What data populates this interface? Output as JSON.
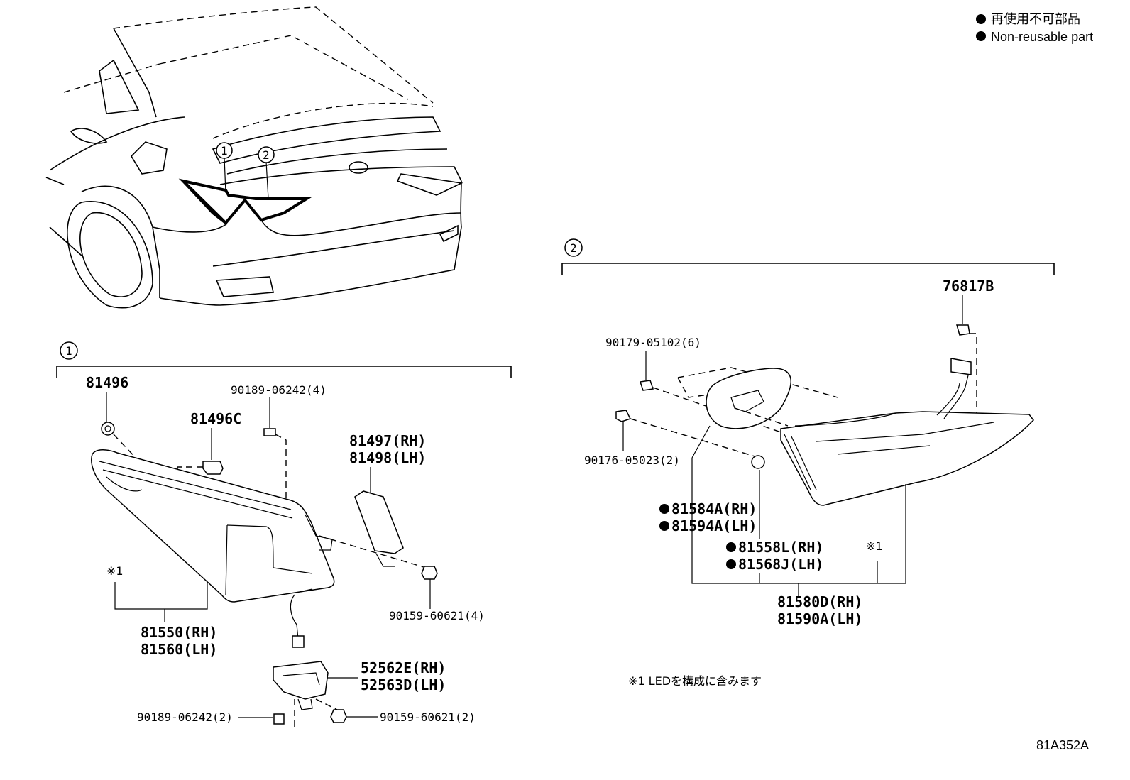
{
  "legend": {
    "line_jp": "再使用不可部品",
    "line_en": "Non-reusable part"
  },
  "callouts": {
    "one": "1",
    "two": "2"
  },
  "group1": {
    "label_81496": "81496",
    "label_81496c": "81496C",
    "label_90189_4": "90189-06242(4)",
    "label_81497": "81497(RH)",
    "label_81498": "81498(LH)",
    "label_90159_4": "90159-60621(4)",
    "label_note": "※1",
    "label_81550": "81550(RH)",
    "label_81560": "81560(LH)",
    "label_52562e": "52562E(RH)",
    "label_52563d": "52563D(LH)",
    "label_90189_2": "90189-06242(2)",
    "label_90159_2": "90159-60621(2)"
  },
  "group2": {
    "label_76817b": "76817B",
    "label_90179": "90179-05102(6)",
    "label_90176": "90176-05023(2)",
    "label_81584a": "81584A(RH)",
    "label_81594a": "81594A(LH)",
    "label_81558l": "81558L(RH)",
    "label_81568j": "81568J(LH)",
    "label_note": "※1",
    "label_81580d": "81580D(RH)",
    "label_81590a": "81590A(LH)"
  },
  "footnote": "※1 LEDを構成に含みます",
  "diagram_code": "81A352A"
}
